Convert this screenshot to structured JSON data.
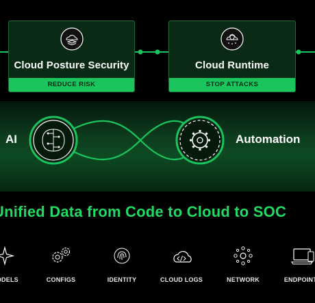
{
  "cards": [
    {
      "title": "Cloud Posture Security",
      "badge": "REDUCE RISK",
      "icon": "cloud-layers-icon"
    },
    {
      "title": "Cloud Runtime",
      "badge": "STOP ATTACKS",
      "icon": "cloud-shield-icon"
    }
  ],
  "band": {
    "left_label": "AI",
    "right_label": "Automation",
    "left_icon": "ai-circuit-icon",
    "right_icon": "automation-gear-icon"
  },
  "headline": "Unified Data from Code to Cloud to SOC",
  "categories": [
    {
      "label": "MODELS",
      "icon": "sparkle-icon"
    },
    {
      "label": "CONFIGS",
      "icon": "gears-icon"
    },
    {
      "label": "IDENTITY",
      "icon": "fingerprint-icon"
    },
    {
      "label": "CLOUD LOGS",
      "icon": "cloud-code-icon"
    },
    {
      "label": "NETWORK",
      "icon": "network-icon"
    },
    {
      "label": "ENDPOINTS",
      "icon": "laptop-icon"
    }
  ],
  "colors": {
    "accent": "#19c55c",
    "headline": "#22d964",
    "card_bg": "#0a2a16"
  }
}
